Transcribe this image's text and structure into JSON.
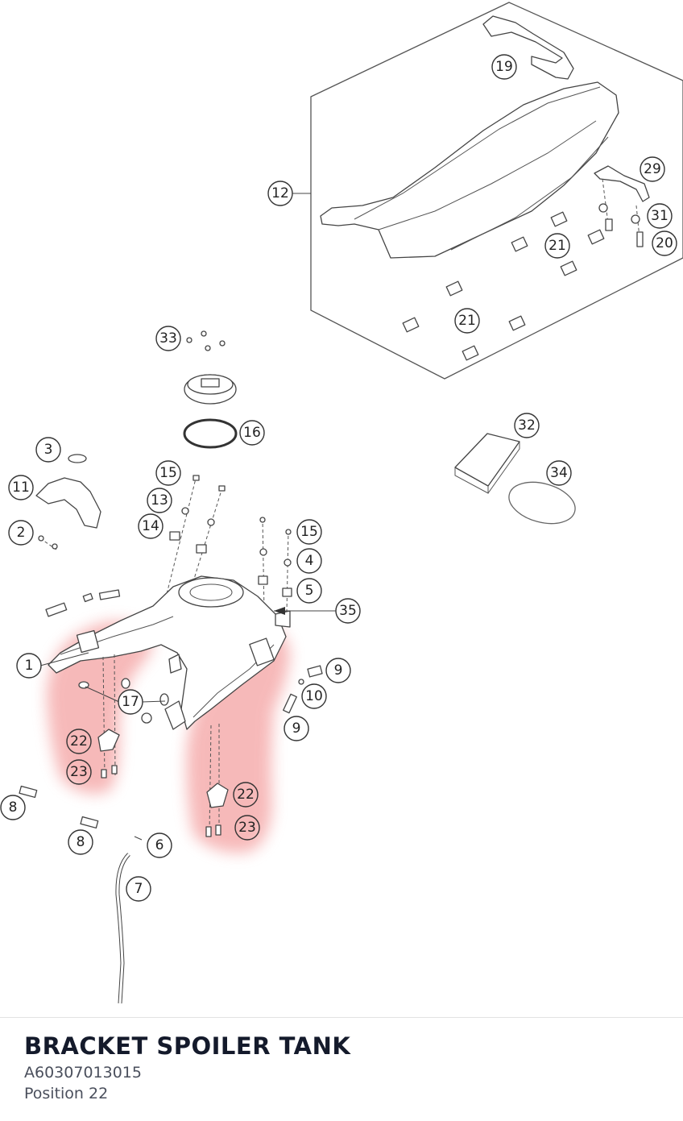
{
  "diagram": {
    "highlight_color": "#f08080",
    "callouts": [
      {
        "label": "19"
      },
      {
        "label": "12"
      },
      {
        "label": "29"
      },
      {
        "label": "31"
      },
      {
        "label": "20"
      },
      {
        "label": "21"
      },
      {
        "label": "21"
      },
      {
        "label": "33"
      },
      {
        "label": "16"
      },
      {
        "label": "32"
      },
      {
        "label": "3"
      },
      {
        "label": "34"
      },
      {
        "label": "11"
      },
      {
        "label": "15"
      },
      {
        "label": "13"
      },
      {
        "label": "14"
      },
      {
        "label": "2"
      },
      {
        "label": "15"
      },
      {
        "label": "4"
      },
      {
        "label": "5"
      },
      {
        "label": "35"
      },
      {
        "label": "1"
      },
      {
        "label": "9"
      },
      {
        "label": "10"
      },
      {
        "label": "17"
      },
      {
        "label": "9"
      },
      {
        "label": "22"
      },
      {
        "label": "23"
      },
      {
        "label": "22"
      },
      {
        "label": "23"
      },
      {
        "label": "8"
      },
      {
        "label": "8"
      },
      {
        "label": "6"
      },
      {
        "label": "7"
      }
    ]
  },
  "part": {
    "title": "BRACKET SPOILER TANK",
    "number": "A60307013015",
    "position": "Position 22"
  }
}
